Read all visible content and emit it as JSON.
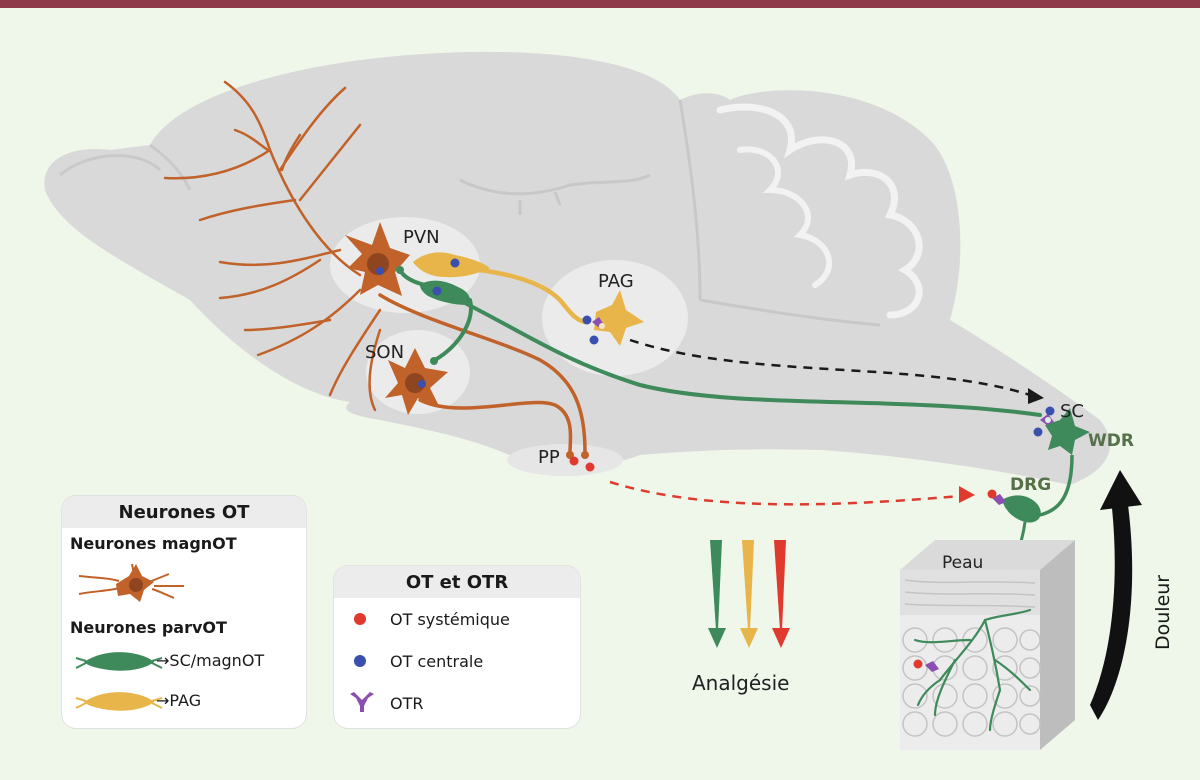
{
  "labels": {
    "pvn": "PVN",
    "son": "SON",
    "pag": "PAG",
    "pp": "PP",
    "sc": "SC",
    "wdr": "WDR",
    "drg": "DRG",
    "peau": "Peau",
    "analgesie": "Analgésie",
    "douleur": "Douleur"
  },
  "legend_ot": {
    "title": "Neurones OT",
    "magn_title": "Neurones magnOT",
    "parv_title": "Neurones parvOT",
    "green_target": "→SC/magnOT",
    "yellow_target": "→PAG"
  },
  "legend_otr": {
    "title": "OT et OTR",
    "items": [
      {
        "label": "OT systémique",
        "color": "#e03a2e"
      },
      {
        "label": "OT centrale",
        "color": "#3a4fae"
      },
      {
        "label": "OTR",
        "color": "#8a4fb0"
      }
    ]
  },
  "colors": {
    "magn": "#c0622a",
    "parv_green": "#3f8a5a",
    "parv_yellow": "#e8b54a",
    "ot_systemic": "#e03a2e",
    "ot_central": "#3a4fae",
    "otr": "#8a4fb0",
    "brain": "#d9d9d9",
    "header_bar": "#8e3a4a"
  }
}
